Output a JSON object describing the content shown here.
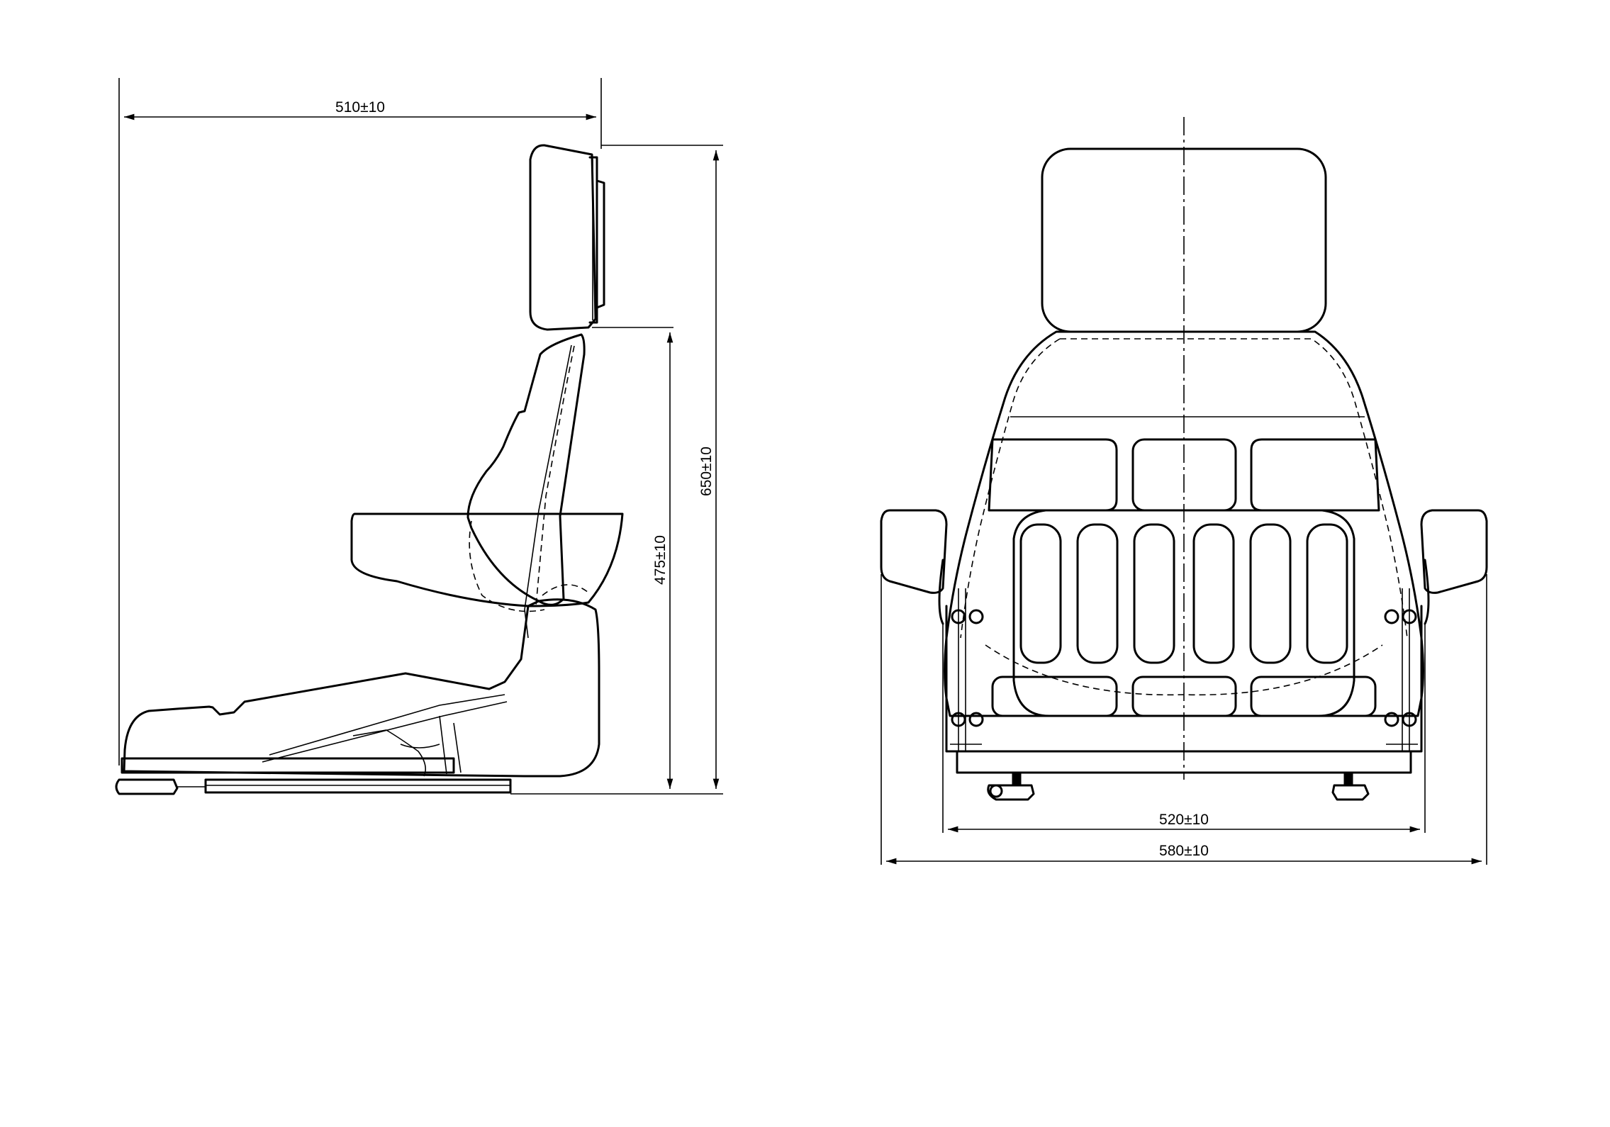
{
  "side_view": {
    "dim_overall_depth": "510±10",
    "dim_overall_height": "650±10",
    "dim_seat_to_backrest_top": "475±10"
  },
  "front_view": {
    "dim_inner_width": "520±10",
    "dim_overall_width": "580±10"
  }
}
